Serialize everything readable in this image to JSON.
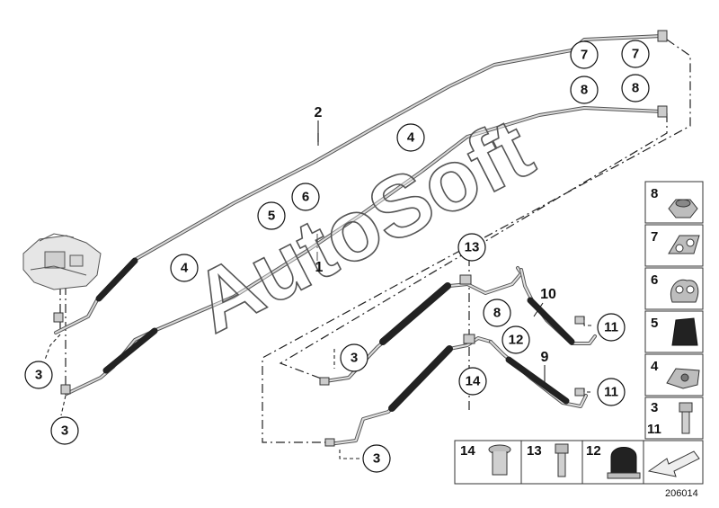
{
  "diagram": {
    "watermark": "AutoSoft",
    "reference_number": "206014",
    "callouts": [
      {
        "id": "c7a",
        "label": "7"
      },
      {
        "id": "c7b",
        "label": "7"
      },
      {
        "id": "c8a",
        "label": "8"
      },
      {
        "id": "c8b",
        "label": "8"
      },
      {
        "id": "c4a",
        "label": "4"
      },
      {
        "id": "c6",
        "label": "6"
      },
      {
        "id": "c5",
        "label": "5"
      },
      {
        "id": "c4b",
        "label": "4"
      },
      {
        "id": "c13",
        "label": "13"
      },
      {
        "id": "c8c",
        "label": "8"
      },
      {
        "id": "c12",
        "label": "12"
      },
      {
        "id": "c11a",
        "label": "11"
      },
      {
        "id": "c11b",
        "label": "11"
      },
      {
        "id": "c14",
        "label": "14"
      },
      {
        "id": "c3a",
        "label": "3"
      },
      {
        "id": "c3b",
        "label": "3"
      },
      {
        "id": "c3c",
        "label": "3"
      },
      {
        "id": "c3d",
        "label": "3"
      }
    ],
    "plain_labels": [
      {
        "id": "l2",
        "label": "2"
      },
      {
        "id": "l1",
        "label": "1"
      },
      {
        "id": "l10",
        "label": "10"
      },
      {
        "id": "l9",
        "label": "9"
      }
    ],
    "legend_right": [
      {
        "id": "p8",
        "label": "8"
      },
      {
        "id": "p7",
        "label": "7"
      },
      {
        "id": "p6",
        "label": "6"
      },
      {
        "id": "p5",
        "label": "5"
      },
      {
        "id": "p4",
        "label": "4"
      },
      {
        "id": "p3",
        "label": "3",
        "label2": "11"
      }
    ],
    "legend_bottom": [
      {
        "id": "p14",
        "label": "14"
      },
      {
        "id": "p13",
        "label": "13"
      },
      {
        "id": "p12",
        "label": "12"
      }
    ],
    "colors": {
      "line": "#333333",
      "pipe": "#666666",
      "hose": "#2a2a2a",
      "part": "#bdbdbd"
    }
  }
}
